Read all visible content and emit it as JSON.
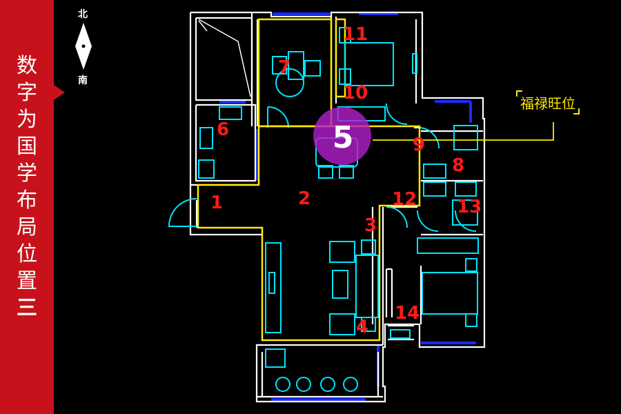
{
  "sidebar": {
    "title_chars": [
      "数",
      "字",
      "为",
      "国",
      "学",
      "布",
      "局",
      "位",
      "置",
      "三"
    ],
    "bg_color": "#c8121b"
  },
  "compass": {
    "north": "北",
    "south": "南"
  },
  "callout": {
    "label": "福禄旺位",
    "color": "#ffea00"
  },
  "highlight": {
    "number": "5",
    "color": "#b01ec8"
  },
  "markers": [
    "1",
    "2",
    "3",
    "4",
    "6",
    "7",
    "8",
    "9",
    "10",
    "11",
    "12",
    "13",
    "14"
  ],
  "colors": {
    "wall": "#ffffff",
    "window": "#1a2cff",
    "furniture": "#00e5ff",
    "zone_outline": "#ffea00",
    "marker": "#ff1a1a"
  }
}
